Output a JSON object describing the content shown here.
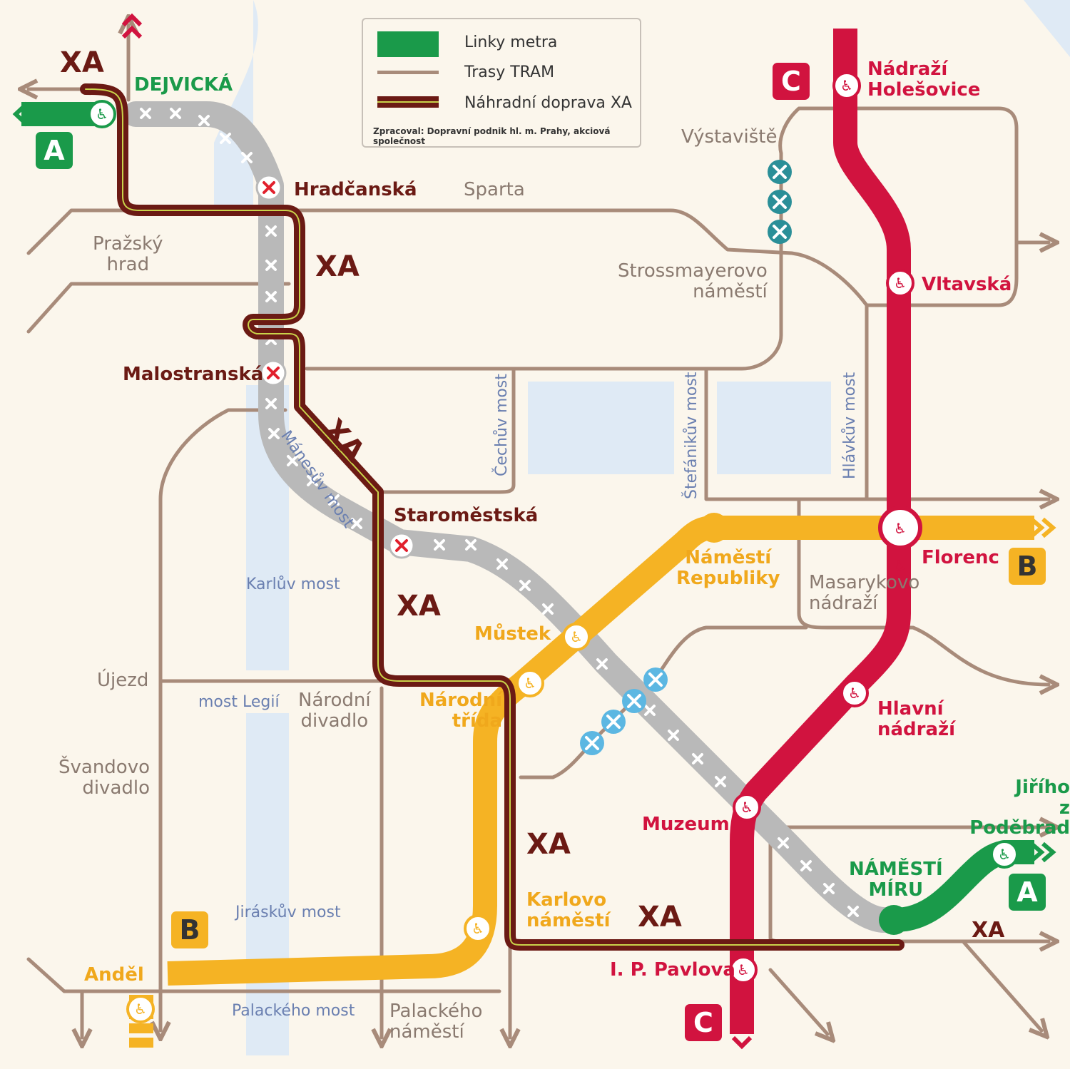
{
  "legend": {
    "metro_label": "Linky metra",
    "tram_label": "Trasy TRAM",
    "xa_label": "Náhradní doprava XA",
    "credit": "Zpracoval: Dopravní podnik hl. m. Prahy, akciová společnost"
  },
  "colors": {
    "metro_a": "#1a9a4a",
    "metro_b": "#f5b324",
    "metro_c": "#d1133f",
    "tram": "#a88b7a",
    "xa": "#6b1a14",
    "xa_inner": "#c9d34a",
    "closed": "#b9b9b9",
    "water": "#dfeaf5"
  },
  "line_badges": {
    "a_left": "A",
    "a_right": "A",
    "b_right": "B",
    "b_left": "B",
    "c_top": "C",
    "c_bottom": "C"
  },
  "metro_a_stations": {
    "dejvicka": "DEJVICKÁ",
    "namesti_miru": "NÁMĚSTÍ\nMÍRU",
    "jiriho": "Jiřího\nz Poděbrad"
  },
  "xa_stations": {
    "hradcanska": "Hradčanská",
    "malostranska": "Malostranská",
    "staromestska": "Staroměstská"
  },
  "metro_b_stations": {
    "namesti_republiky": "Náměstí\nRepubliky",
    "mustek": "Můstek",
    "narodni_trida": "Národní\ntřída",
    "karlovo_namesti": "Karlovo\nnáměstí",
    "andel": "Anděl"
  },
  "metro_c_stations": {
    "nadrazi_holesovice": "Nádraží\nHolešovice",
    "vltavska": "Vltavská",
    "florenc": "Florenc",
    "hlavni_nadrazi": "Hlavní\nnádraží",
    "muzeum": "Muzeum",
    "ip_pavlova": "I. P. Pavlova"
  },
  "tram_stops": {
    "vystaviste": "Výstaviště",
    "sparta": "Sparta",
    "prazsky_hrad": "Pražský\nhrad",
    "strossmayerovo": "Strossmayerovo\nnáměstí",
    "masarykovo": "Masarykovo\nnádraží",
    "ujezd": "Újezd",
    "narodni_divadlo": "Národní\ndivadlo",
    "svandovo": "Švandovo\ndivadlo",
    "palackeho_namesti": "Palackého\nnáměstí"
  },
  "bridges": {
    "cechuv": "Čechův most",
    "stefanikuv": "Štefánikův most",
    "hlavkuv": "Hlávkův most",
    "manesuv": "Mánesův most",
    "karluv": "Karlův most",
    "legii": "most Legií",
    "jiraskuv": "Jiráskův most",
    "palackeho": "Palackého most"
  },
  "xa_labels": [
    "XA",
    "XA",
    "XA",
    "XA",
    "XA",
    "XA",
    "XA"
  ]
}
